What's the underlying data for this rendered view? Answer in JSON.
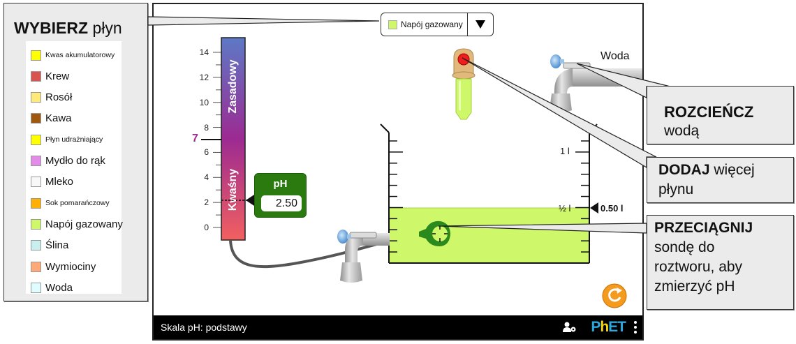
{
  "app": {
    "title": "Skala pH: podstawy",
    "brand": "PhET"
  },
  "choose_panel": {
    "heading_bold": "WYBIERZ",
    "heading_rest": " płyn",
    "fluids": [
      {
        "label": "Kwas akumulatorowy",
        "color": "#ffff00",
        "small": true
      },
      {
        "label": "Krew",
        "color": "#d9534f",
        "small": false
      },
      {
        "label": "Rosół",
        "color": "#ffe97a",
        "small": false
      },
      {
        "label": "Kawa",
        "color": "#a0580f",
        "small": false
      },
      {
        "label": "Płyn udrażniający",
        "color": "#ffff00",
        "small": true
      },
      {
        "label": "Mydło do rąk",
        "color": "#e38be8",
        "small": false
      },
      {
        "label": "Mleko",
        "color": "#f8f8f8",
        "small": false
      },
      {
        "label": "Sok pomarańczowy",
        "color": "#ffb000",
        "small": true
      },
      {
        "label": "Napój gazowany",
        "color": "#cef76a",
        "small": false
      },
      {
        "label": "Ślina",
        "color": "#c8eeee",
        "small": false
      },
      {
        "label": "Wymiociny",
        "color": "#ffa878",
        "small": false
      },
      {
        "label": "Woda",
        "color": "#dffcff",
        "small": false
      }
    ]
  },
  "dropdown": {
    "selected": "Napój gazowany",
    "selected_color": "#cef76a"
  },
  "ph_scale": {
    "ticks": [
      "14",
      "12",
      "10",
      "8",
      "6",
      "4",
      "2",
      "0"
    ],
    "neutral_label": "7",
    "basic_label": "Zasadowy",
    "acidic_label": "Kwaśny",
    "top_color": "#5d79c6",
    "mid_color": "#9c2a92",
    "bottom_color": "#f26060"
  },
  "ph_meter": {
    "label": "pH",
    "value": "2.50",
    "value_numeric": 2.5
  },
  "beaker": {
    "label_1l": "1 l",
    "label_half": "½ l",
    "volume_readout": "0.50 l",
    "fill_fraction": 0.5,
    "solution_color": "#cef76a"
  },
  "water_faucet": {
    "label": "Woda"
  },
  "callouts": {
    "rozcienczyc_bold": "ROZCIEŃCZ",
    "rozcienczyc_rest": "wodą",
    "dodaj_bold": "DODAJ",
    "dodaj_rest": " więcej",
    "dodaj_line2": "płynu",
    "przeciagnij_bold": "PRZECIĄGNIJ",
    "przeciagnij_line2": "sondę do",
    "przeciagnij_line3": "roztworu, aby",
    "przeciagnij_line4": "zmierzyć pH"
  }
}
